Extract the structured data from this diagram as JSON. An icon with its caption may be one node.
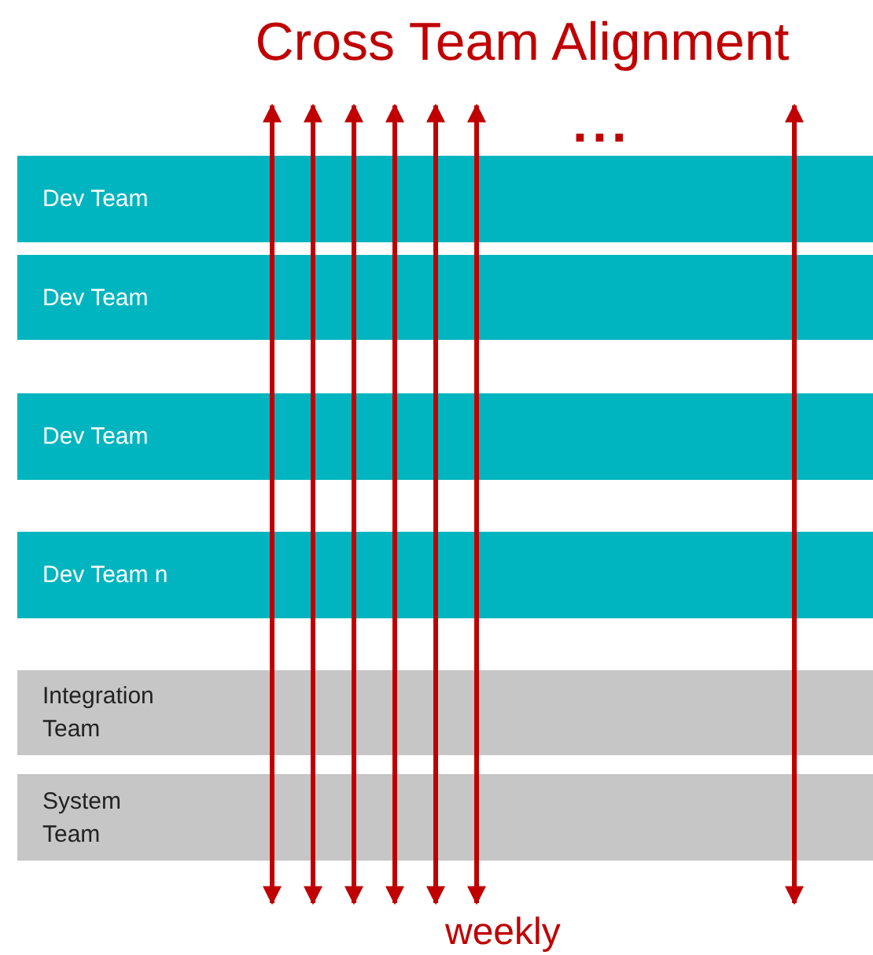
{
  "diagram": {
    "title": "Cross Team Alignment",
    "nodes": [
      {
        "text": [
          "Dev Team"
        ]
      },
      {
        "text": [
          "Dev Team"
        ]
      },
      {
        "text": [
          "Dev Team"
        ]
      },
      {
        "text": [
          "Dev Team n"
        ]
      },
      {
        "text": [
          "Integration Team"
        ]
      },
      {
        "text": [
          "System Team"
        ]
      }
    ],
    "labels": [
      "...",
      "weekly"
    ]
  }
}
